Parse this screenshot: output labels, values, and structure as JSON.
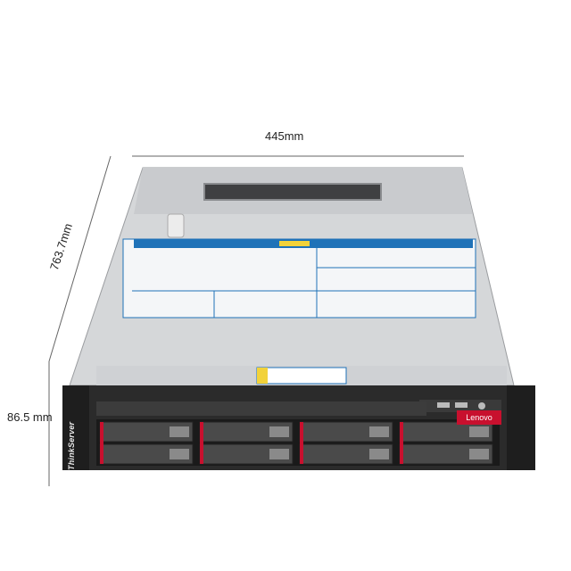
{
  "dimensions": {
    "width": "445mm",
    "depth": "763.7mm",
    "height": "86.5 mm"
  },
  "branding": {
    "series": "ThinkServer",
    "maker": "Lenovo"
  },
  "colors": {
    "chassis_top": "#d6d8da",
    "bezel": "#2b2b2b",
    "accent_red": "#c8102e",
    "label_blue": "#1f72b8",
    "dimension_line": "#666666"
  },
  "drive_bays": {
    "rows": 2,
    "per_group": 2,
    "groups": 4
  }
}
